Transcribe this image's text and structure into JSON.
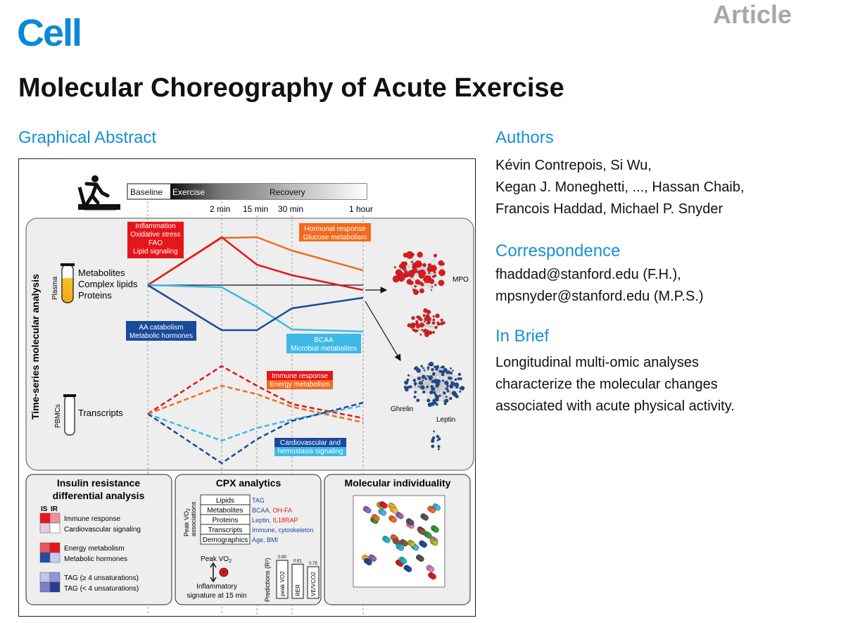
{
  "header": {
    "journal": "Cell",
    "article_type": "Article",
    "title": "Molecular Choreography of Acute Exercise"
  },
  "graphical_abstract": {
    "heading": "Graphical Abstract",
    "timeline": {
      "baseline": "Baseline",
      "exercise": "Exercise",
      "recovery": "Recovery",
      "t1": "2 min",
      "t2": "15 min",
      "t3": "30 min",
      "t4": "1 hour"
    },
    "y_axis_label": "Time-series molecular analysis",
    "plasma": {
      "sample": "Plasma",
      "line1": "Metabolites",
      "line2": "Complex lipids",
      "line3": "Proteins"
    },
    "pbmc": {
      "sample": "PBMCs",
      "line1": "Transcripts"
    },
    "boxes": {
      "red1": "Inflammation",
      "red2": "Oxidative stress",
      "red3": "FAO",
      "red4": "Lipid signaling",
      "orange1": "Hormonal response",
      "orange2": "Glucose metabolism",
      "blue1": "AA catabolism",
      "blue2": "Metabolic hormones",
      "cyan1": "BCAA",
      "cyan2": "Microbial metabolites",
      "immune1": "Immune response",
      "immune2": "Energy metabolism",
      "cardio1": "Cardiovascular and",
      "cardio2": "hemostasis signaling"
    },
    "network": {
      "mpo": "MPO",
      "ghrelin": "Ghrelin",
      "leptin": "Leptin"
    },
    "panel_insulin": {
      "title1": "Insulin resistance",
      "title2": "differential analysis",
      "is": "IS",
      "ir": "IR",
      "r1": "Immune response",
      "r2": "Cardiovascular signaling",
      "r3": "Energy metabolism",
      "r4": "Metabolic hormones",
      "r5": "TAG (≥ 4 unsaturations)",
      "r6": "TAG (< 4 unsaturations)"
    },
    "panel_cpx": {
      "title": "CPX analytics",
      "peak_label1": "Peak VO",
      "peak_label_sub": "2",
      "peak_label2": "associations",
      "rows": [
        {
          "k": "Lipids",
          "v1": "TAG",
          "v2": ""
        },
        {
          "k": "Metabolites",
          "v1": "BCAA, ",
          "v2": "OH-FA"
        },
        {
          "k": "Proteins",
          "v1": "Leptin, ",
          "v2": "IL18RAP"
        },
        {
          "k": "Transcripts",
          "v1": "Immune, cytoskeleton",
          "v2": ""
        },
        {
          "k": "Demographics",
          "v1": "Age, BMI",
          "v2": ""
        }
      ],
      "peak_vo2": "Peak VO",
      "inflam1": "Inflammatory",
      "inflam2": "signature at 15 min",
      "pred_label": "Predictions (R²)",
      "bars": [
        {
          "label": "peak VO2",
          "value": 0.9
        },
        {
          "label": "RER",
          "value": 0.81
        },
        {
          "label": "VE/VCO2",
          "value": 0.75
        }
      ]
    },
    "panel_indiv": {
      "title": "Molecular individuality"
    },
    "colors": {
      "red": "#e5161b",
      "orange": "#f26b1f",
      "navy": "#1a4a99",
      "cyan": "#3fb8e6",
      "cell_blue": "#0a8ad6"
    }
  },
  "authors": {
    "heading": "Authors",
    "line1": "Kévin Contrepois, Si Wu,",
    "line2": "Kegan J. Moneghetti, ..., Hassan Chaib,",
    "line3": "Francois Haddad, Michael P. Snyder"
  },
  "correspondence": {
    "heading": "Correspondence",
    "line1": "fhaddad@stanford.edu (F.H.),",
    "line2": "mpsnyder@stanford.edu (M.P.S.)"
  },
  "in_brief": {
    "heading": "In Brief",
    "line1": "Longitudinal multi-omic analyses",
    "line2": "characterize the molecular changes",
    "line3": "associated with acute physical activity."
  }
}
